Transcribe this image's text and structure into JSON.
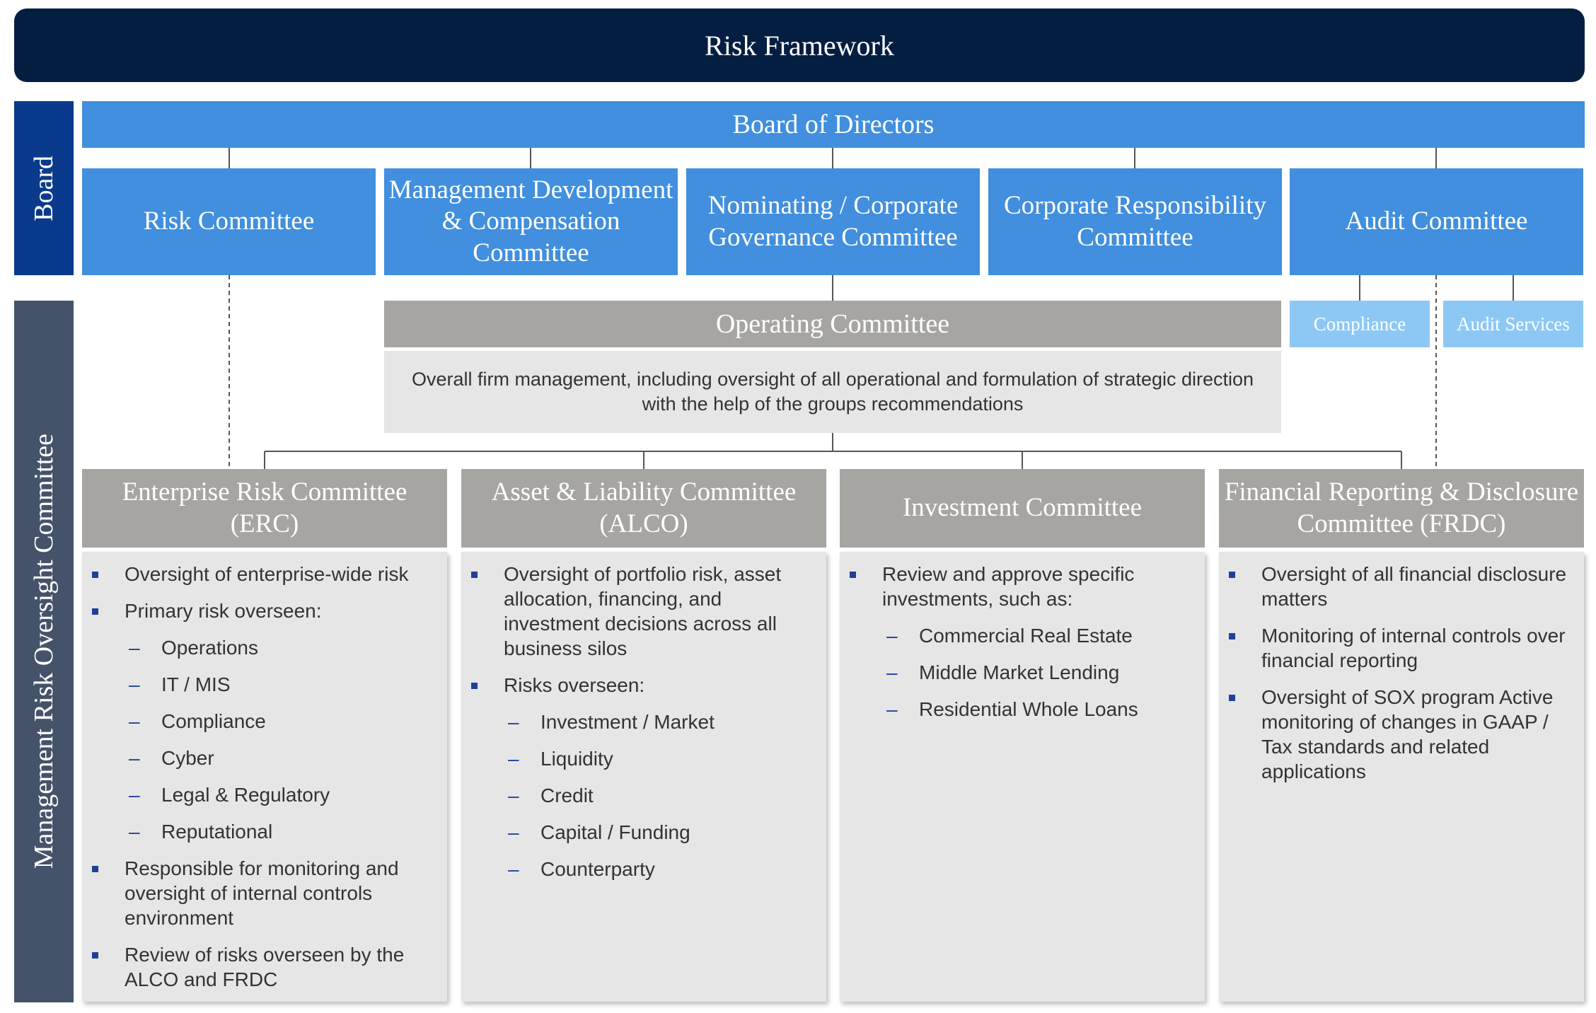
{
  "title": "Risk Framework",
  "side_labels": {
    "board": "Board",
    "management": "Management Risk Oversight Committee"
  },
  "board_of_directors": "Board of Directors",
  "board_committees": [
    "Risk Committee",
    "Management Development & Compensation Committee",
    "Nominating / Corporate Governance Committee",
    "Corporate Responsibility Committee",
    "Audit Committee"
  ],
  "operating_committee": {
    "title": "Operating Committee",
    "description": "Overall firm management, including oversight of all operational and formulation of strategic direction with the help of the groups recommendations"
  },
  "audit_units": [
    "Compliance",
    "Audit Services"
  ],
  "management_committees": [
    {
      "title": "Enterprise Risk Committee (ERC)",
      "items": [
        {
          "text": "Oversight of enterprise-wide risk"
        },
        {
          "text": "Primary risk overseen:",
          "sub": [
            "Operations",
            "IT / MIS",
            "Compliance",
            "Cyber",
            "Legal & Regulatory",
            "Reputational"
          ]
        },
        {
          "text": "Responsible for monitoring and oversight of internal controls environment"
        },
        {
          "text": "Review of risks overseen by the ALCO and FRDC"
        }
      ]
    },
    {
      "title": "Asset & Liability Committee (ALCO)",
      "items": [
        {
          "text": "Oversight of portfolio risk, asset allocation, financing, and investment decisions across all business silos"
        },
        {
          "text": "Risks overseen:",
          "sub": [
            "Investment / Market",
            "Liquidity",
            "Credit",
            "Capital / Funding",
            "Counterparty"
          ]
        }
      ]
    },
    {
      "title": "Investment Committee",
      "items": [
        {
          "text": "Review and approve specific investments, such as:",
          "sub": [
            "Commercial Real Estate",
            "Middle Market Lending",
            "Residential Whole Loans"
          ]
        }
      ]
    },
    {
      "title": "Financial Reporting & Disclosure Committee (FRDC)",
      "items": [
        {
          "text": "Oversight of all financial disclosure matters"
        },
        {
          "text": "Monitoring of internal controls over financial reporting"
        },
        {
          "text": "Oversight of SOX program Active monitoring of changes in GAAP / Tax standards and related applications"
        }
      ]
    }
  ],
  "colors": {
    "title_bar": "#041e42",
    "board_blue": "#418fde",
    "board_side": "#0a3a8c",
    "management_side": "#44536a",
    "grey_header": "#a7a5a2",
    "light_grey": "#e6e6e6",
    "light_blue": "#8dc8f5",
    "bullet": "#1f3f9a"
  }
}
